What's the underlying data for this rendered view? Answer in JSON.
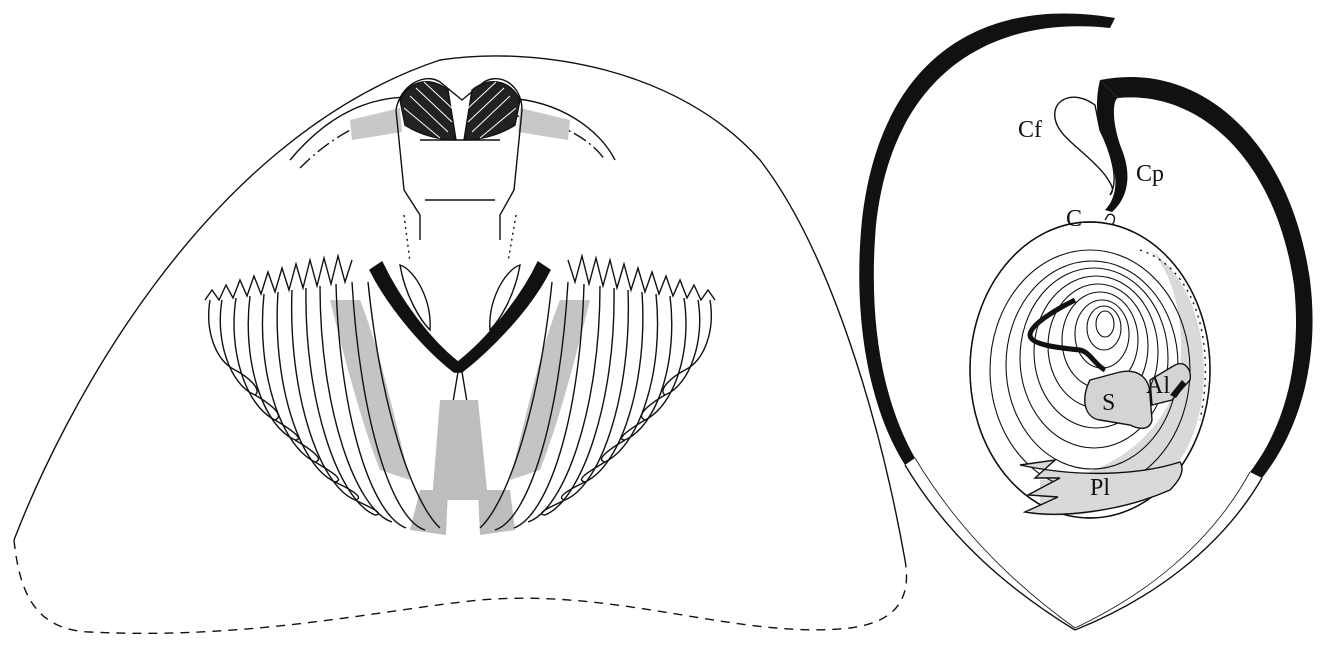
{
  "labels": {
    "cf": "Cf",
    "cp": "Cp",
    "c": "C",
    "s": "S",
    "al": "Al",
    "pl": "Pl"
  },
  "colors": {
    "ink": "#111111",
    "shade": "#bdbdbd",
    "paper": "#ffffff"
  }
}
